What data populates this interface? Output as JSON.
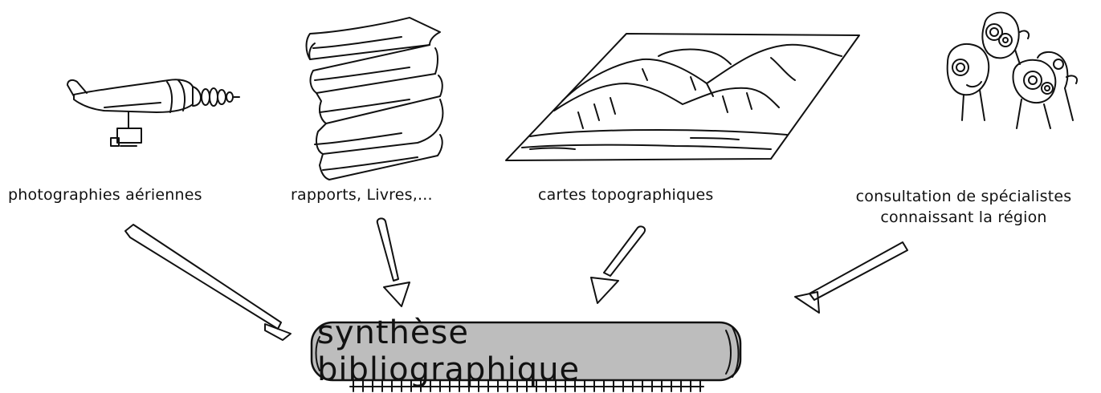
{
  "sources": {
    "aerial_photos": "photographies aériennes",
    "reports_books": "rapports, Livres,...",
    "topo_maps": "cartes topographiques",
    "specialists_line1": "consultation de spécialistes",
    "specialists_line2": "connaissant la région"
  },
  "result": {
    "label": "synthèse bibliographique"
  },
  "colors": {
    "ink": "#111111",
    "box_fill": "#bdbdbd"
  }
}
